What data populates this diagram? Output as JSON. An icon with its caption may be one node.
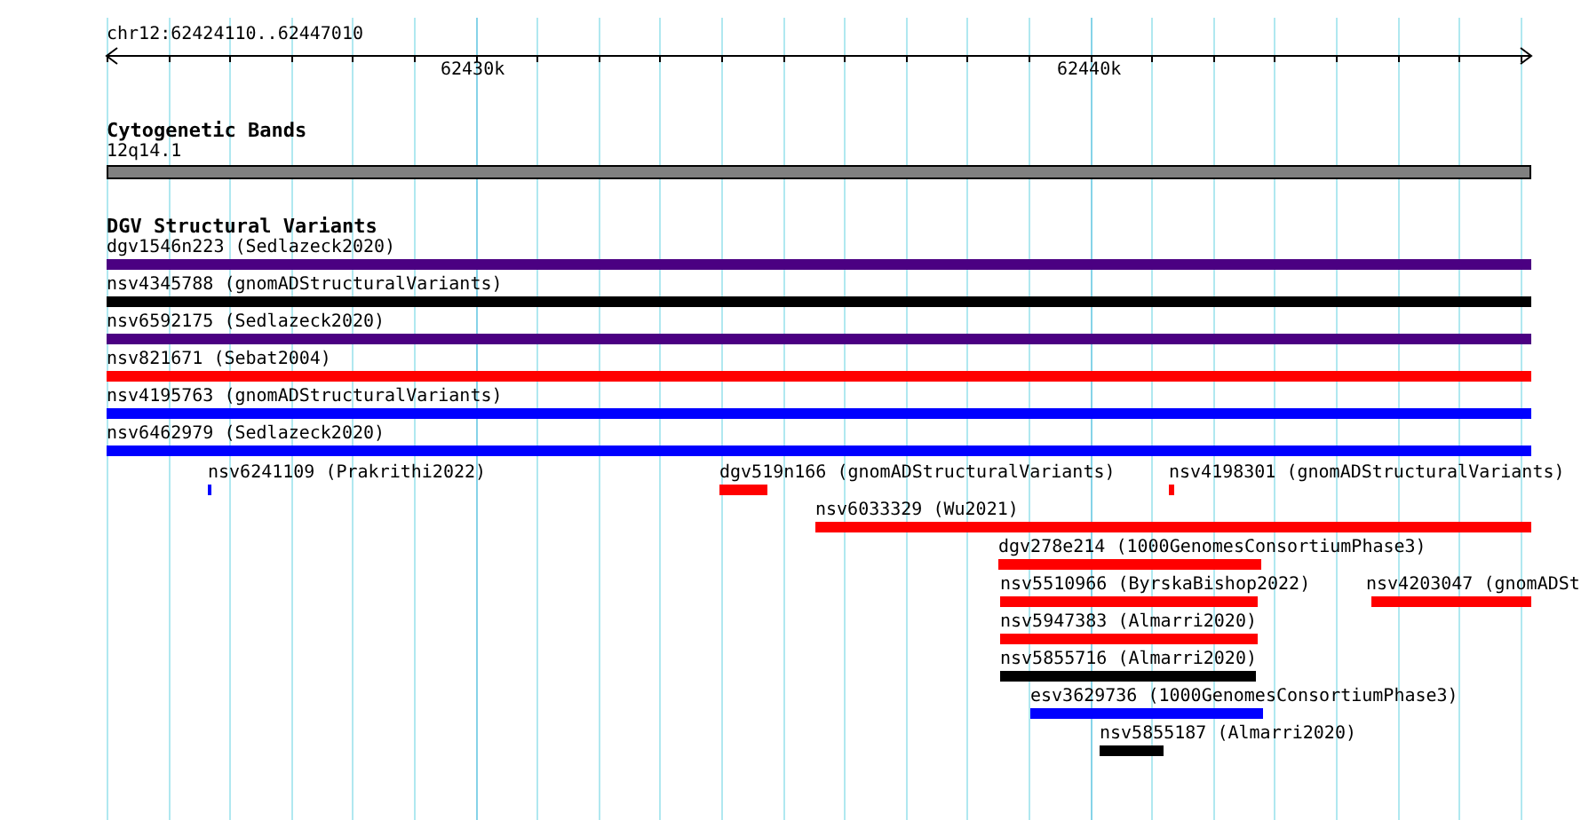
{
  "diagram": {
    "nodes": [
      {
        "text": [
          "12q14.1"
        ]
      },
      {
        "text": [
          "dgv1546n223 (Sedlazeck2020)"
        ]
      },
      {
        "text": [
          "nsv4345788 (gnomADStructuralVariants)"
        ]
      },
      {
        "text": [
          "nsv6592175 (Sedlazeck2020)"
        ]
      },
      {
        "text": [
          "nsv821671 (Sebat2004)"
        ]
      },
      {
        "text": [
          "nsv4195763 (gnomADStructuralVariants)"
        ]
      },
      {
        "text": [
          "nsv6462979 (Sedlazeck2020)"
        ]
      },
      {
        "text": [
          "nsv6241109 (Prakrithi2022)"
        ]
      },
      {
        "text": [
          "dgv519n166 (gnomADStructuralVariants)"
        ]
      },
      {
        "text": [
          "nsv4198301 (gnomADStructuralVariants)"
        ]
      },
      {
        "text": [
          "nsv6033329 (Wu2021)"
        ]
      },
      {
        "text": [
          "dgv278e214 (1000GenomesConsortiumPhase3)"
        ]
      },
      {
        "text": [
          "nsv5510966 (ByrskaBishop2022)"
        ]
      },
      {
        "text": [
          "nsv4203047 (gnomADSt"
        ]
      },
      {
        "text": [
          "nsv5947383 (Almarri2020)"
        ]
      },
      {
        "text": [
          "nsv5855716 (Almarri2020)"
        ]
      },
      {
        "text": [
          "esv3629736 (1000GenomesConsortiumPhase3)"
        ]
      },
      {
        "text": [
          "nsv5855187 (Almarri2020)"
        ]
      }
    ],
    "labels": [
      "chr12:62424110..62447010",
      "62430k",
      "62440k",
      "Cytogenetic Bands",
      "DGV Structural Variants"
    ]
  }
}
